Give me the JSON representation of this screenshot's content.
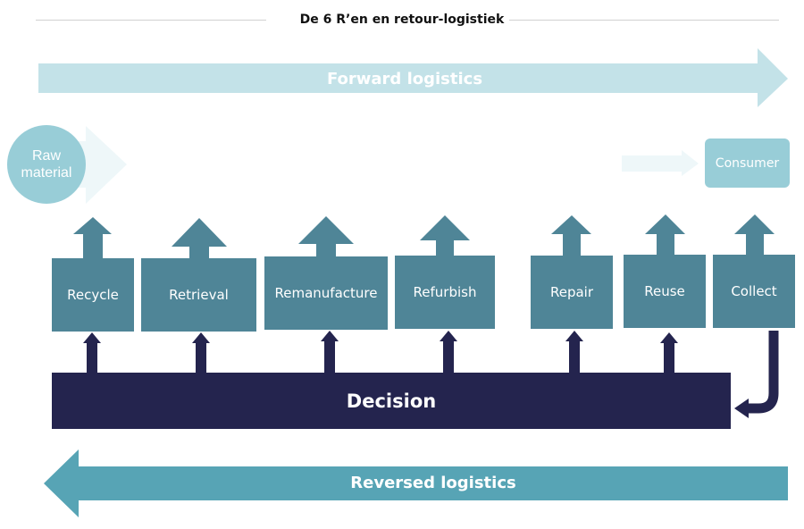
{
  "title": "De 6 R’en en retour-logistiek",
  "forward": {
    "label": "Forward logistics",
    "color": "#c3e2e8"
  },
  "reversed": {
    "label": "Reversed logistics",
    "color": "#57a4b5"
  },
  "raw_material": {
    "label_line1": "Raw",
    "label_line2": "material"
  },
  "consumer": {
    "label": "Consumer"
  },
  "decision": {
    "label": "Decision"
  },
  "steps": [
    {
      "label": "Recycle"
    },
    {
      "label": "Retrieval"
    },
    {
      "label": "Remanufacture"
    },
    {
      "label": "Refurbish"
    },
    {
      "label": "Repair"
    },
    {
      "label": "Reuse"
    },
    {
      "label": "Collect"
    }
  ],
  "colors": {
    "step_box": "#4f8597",
    "decision": "#24244e",
    "light": "#98cdd7",
    "faint_arrow": "#eef7f9"
  }
}
